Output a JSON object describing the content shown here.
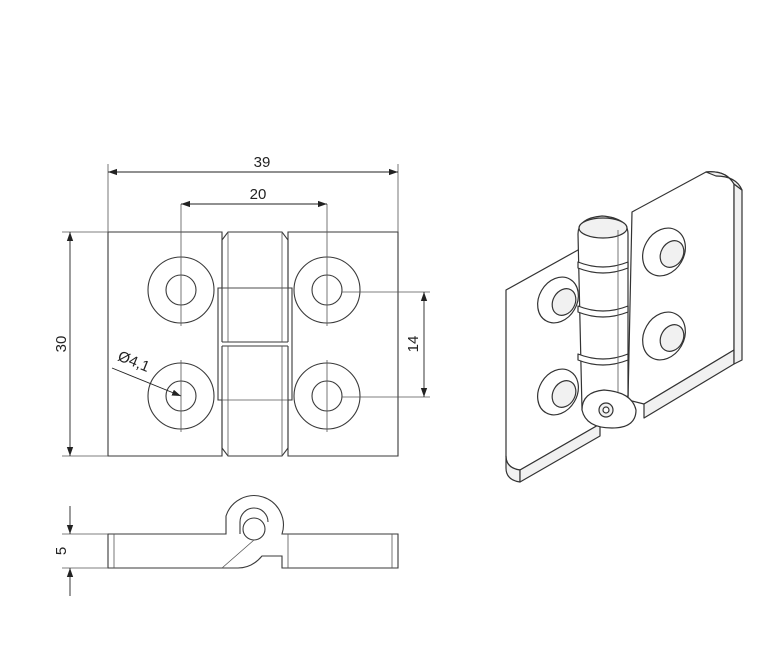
{
  "dimensions": {
    "overall_width": "39",
    "hole_spacing": "20",
    "height": "30",
    "hole_vertical_spacing": "14",
    "hole_diameter": "Ø4,1",
    "thickness": "5"
  }
}
